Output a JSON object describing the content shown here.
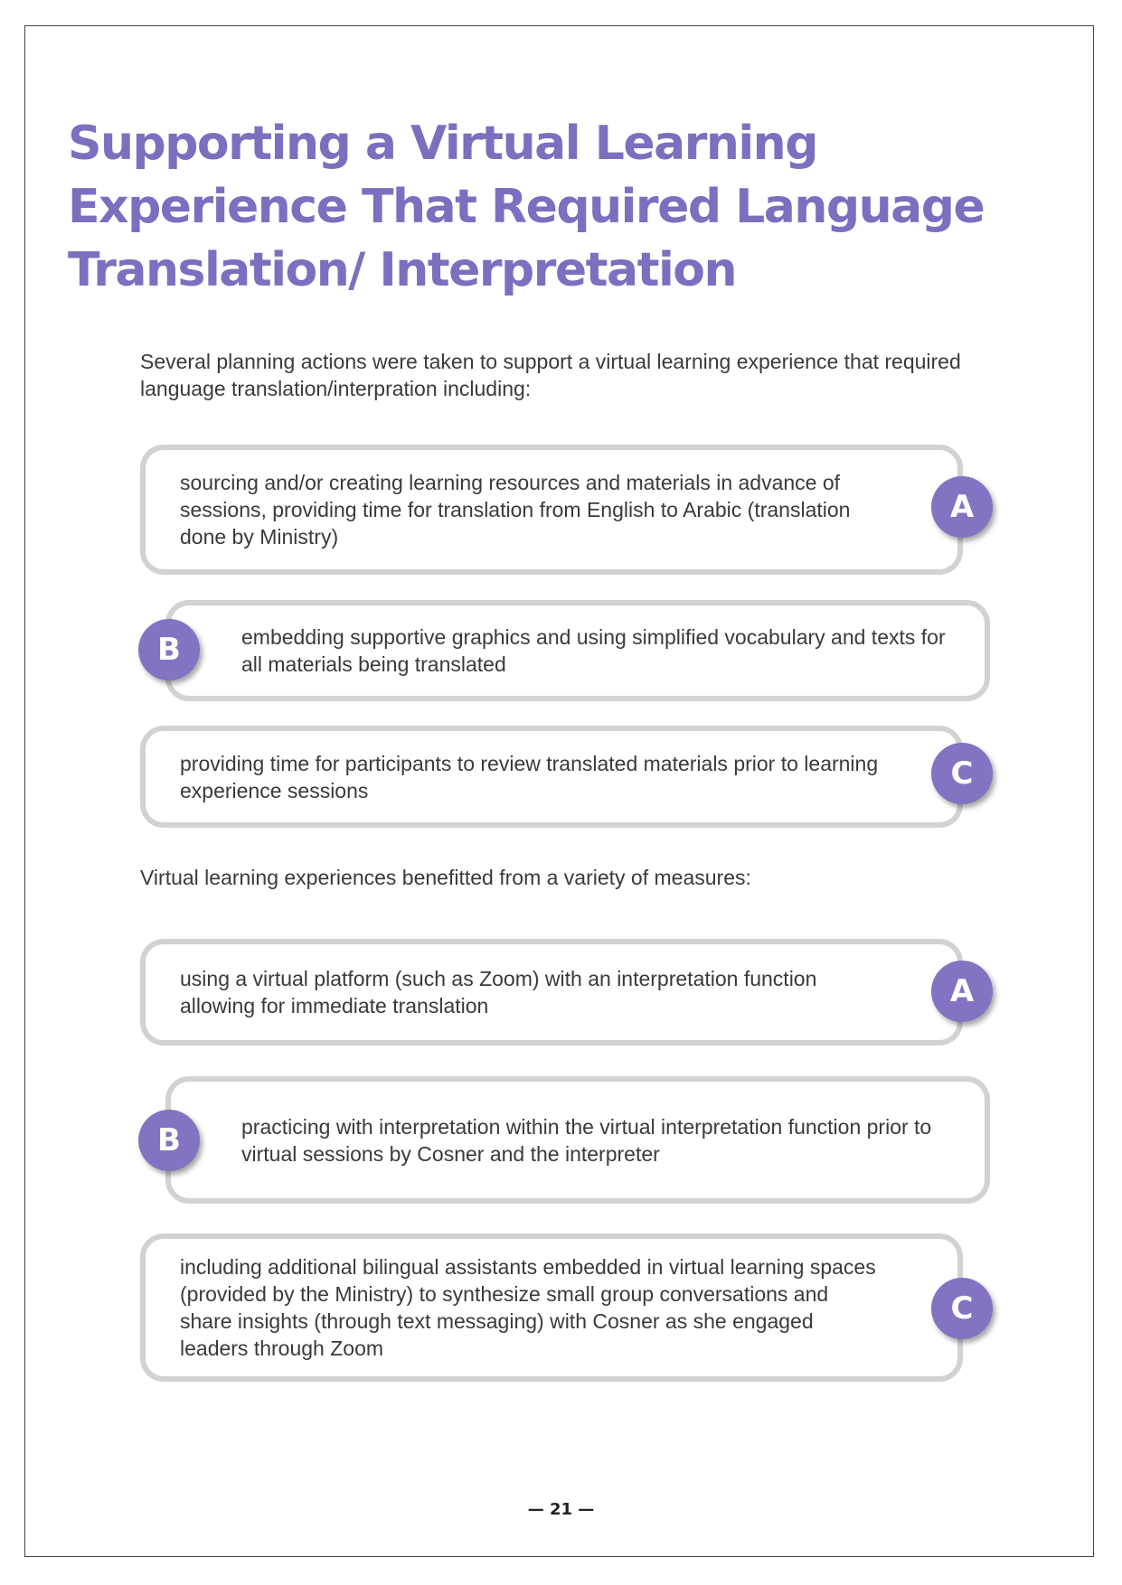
{
  "title": "Supporting a Virtual Learning Experience That Required Language Translation/ Interpretation",
  "intro_planning": "Several planning actions were taken to support a virtual learning experience that required language translation/interpration including:",
  "planning_items": [
    {
      "badge": "A",
      "text": "sourcing and/or creating learning resources and materials in advance of sessions, providing time for translation from English to Arabic (translation done by Ministry)"
    },
    {
      "badge": "B",
      "text": "embedding supportive graphics and using simplified vocabulary and texts for all materials being translated"
    },
    {
      "badge": "C",
      "text": "providing time for participants to review translated materials prior to learning experience sessions"
    }
  ],
  "intro_measures": "Virtual learning experiences benefitted from a variety of measures:",
  "measure_items": [
    {
      "badge": "A",
      "text": "using a virtual platform (such as Zoom) with an interpretation function allowing for immediate translation"
    },
    {
      "badge": "B",
      "text": "practicing with interpretation within the virtual interpretation function prior to virtual sessions by Cosner and the interpreter"
    },
    {
      "badge": "C",
      "text": "including additional bilingual assistants embedded in virtual learning spaces (provided by the Ministry) to synthesize small group conversations and share insights (through text messaging) with Cosner as she engaged leaders through Zoom"
    }
  ],
  "page_number": "— 21 —",
  "colors": {
    "accent": "#7b6fbf",
    "badge": "#8373c2",
    "box_border": "#d2d2d2",
    "text": "#3a3a3a"
  }
}
